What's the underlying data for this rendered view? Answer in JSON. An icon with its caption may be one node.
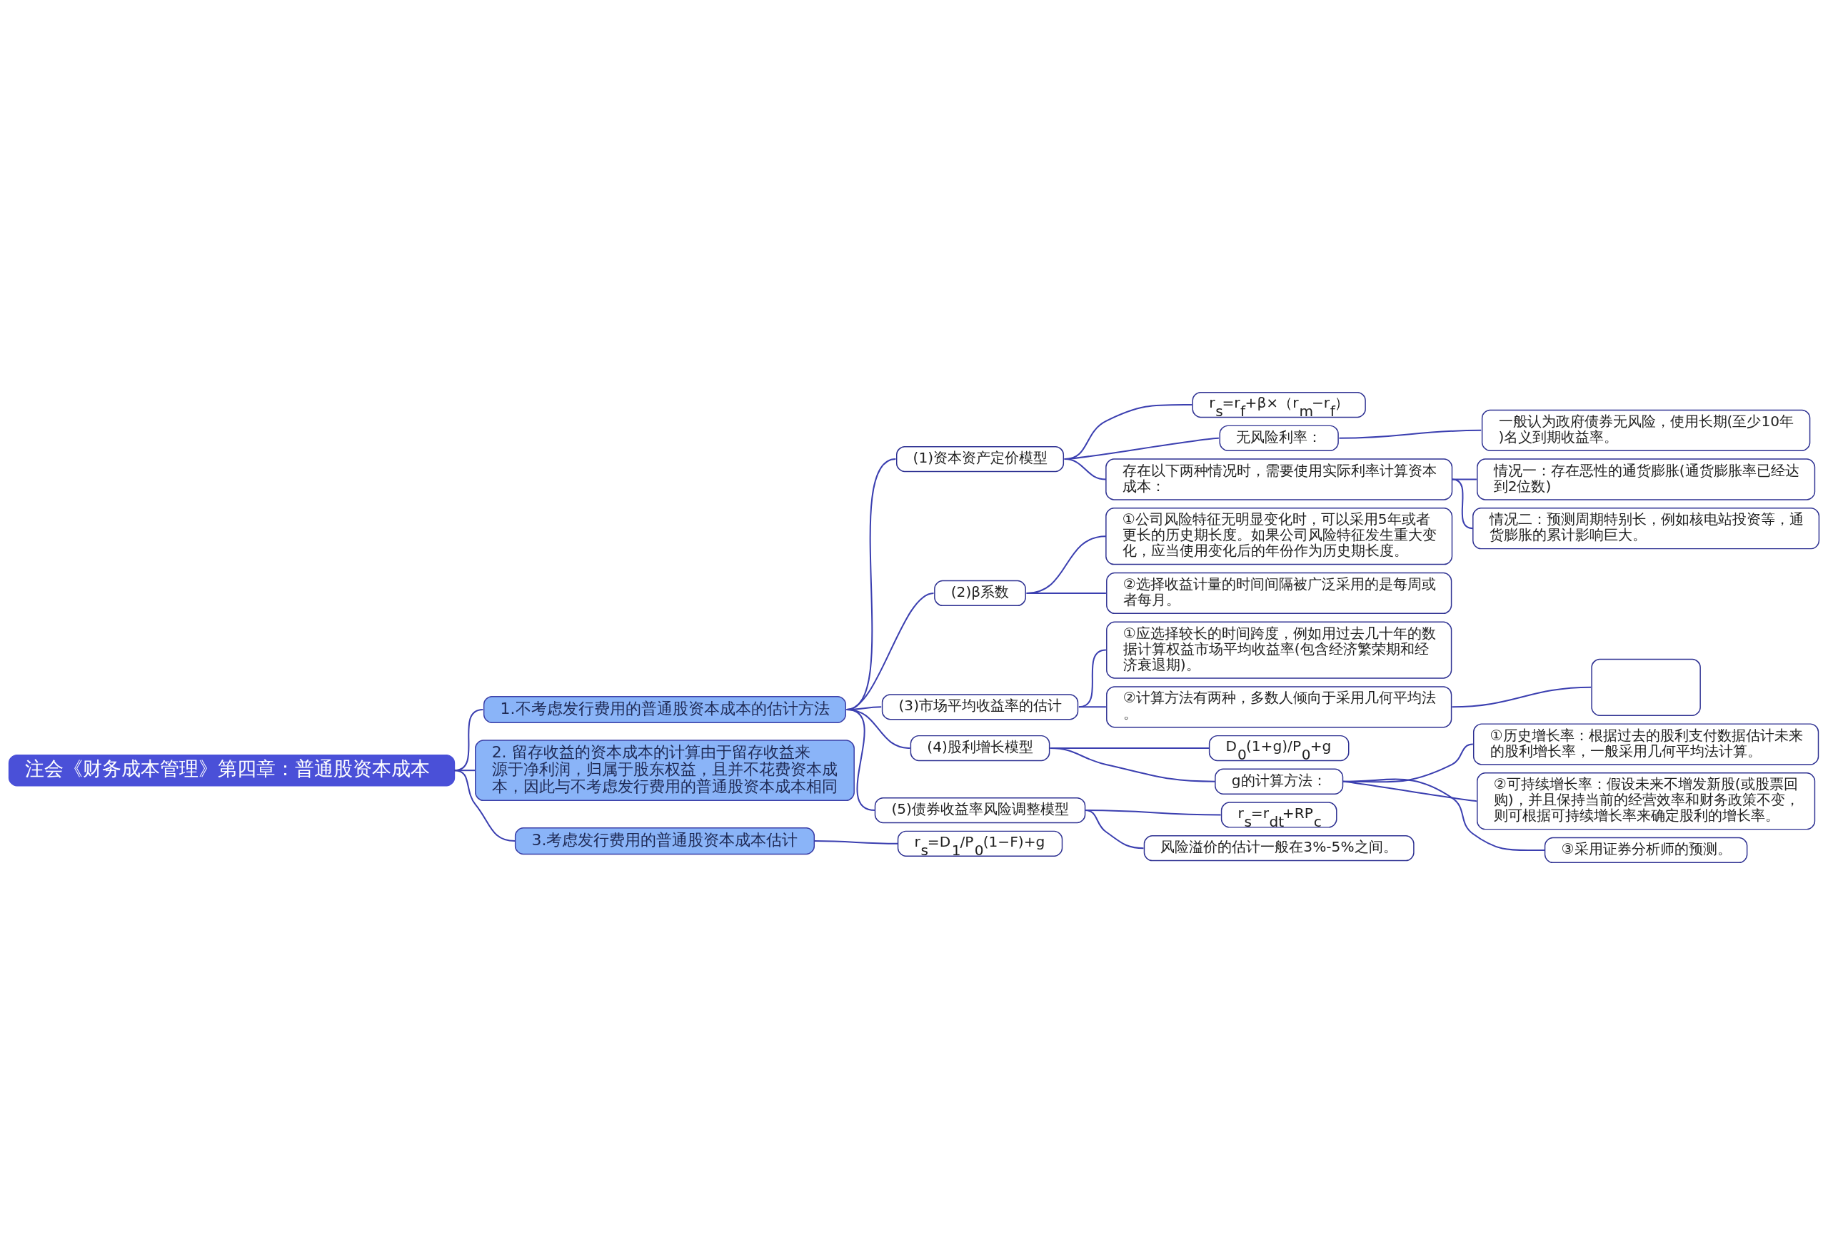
{
  "diagram": {
    "nodes": [
      {
        "text": [
          "注会《财务成本管理》第四章：普通股资本成本"
        ]
      },
      {
        "text": [
          "1.不考虑发行费用的普通股资本成本的估计方法"
        ]
      },
      {
        "text": [
          "(1)资本资产定价模型"
        ]
      },
      {
        "text": [
          "r$_{s}$=r$_{f}$+β×（r$_{m}$−r$_{f}$）"
        ]
      },
      {
        "text": [
          "无风险利率："
        ]
      },
      {
        "text": [
          "一般认为政府债券无风险，使用长期(至少10年)名义到期收益率。"
        ]
      },
      {
        "text": [
          "存在以下两种情况时，需要使用实际利率计算资本成本："
        ]
      },
      {
        "text": [
          "情况一：存在恶性的通货膨胀(通货膨胀率已经达到2位数)"
        ]
      },
      {
        "text": [
          "情况二：预测周期特别长，例如核电站投资等，通货膨胀的累计影响巨大。"
        ]
      },
      {
        "text": [
          "(2)β系数"
        ]
      },
      {
        "text": [
          "①公司风险特征无明显变化时，可以采用5年或者更长的历史期长度。如果公司风险特征发生重大变化，应当使用变化后的年份作为历史期长度。"
        ]
      },
      {
        "text": [
          "②选择收益计量的时间间隔被广泛采用的是每周或者每月。"
        ]
      },
      {
        "text": [
          "(3)市场平均收益率的估计"
        ]
      },
      {
        "text": [
          "①应选择较长的时间跨度，例如用过去几十年的数据计算权益市场平均收益率(包含经济繁荣期和经济衰退期)。"
        ]
      },
      {
        "text": [
          "②计算方法有两种，多数人倾向于采用几何平均法。"
        ]
      },
      {
        "text": [],
        "shape": "box"
      },
      {
        "text": [
          "(4)股利增长模型"
        ]
      },
      {
        "text": [
          "D$_{0}$(1+g)/P$_{0}$+g"
        ]
      },
      {
        "text": [
          "g的计算方法："
        ]
      },
      {
        "text": [
          "①历史增长率：根据过去的股利支付数据估计未来的股利增长率，一般采用几何平均法计算。"
        ]
      },
      {
        "text": [
          "②可持续增长率：假设未来不增发新股(或股票回购)，并且保持当前的经营效率和财务政策不变，则可根据可持续增长率来确定股利的增长率。"
        ]
      },
      {
        "text": [
          "③采用证券分析师的预测。"
        ]
      },
      {
        "text": [
          "(5)债券收益率风险调整模型"
        ]
      },
      {
        "text": [
          "r$_{s}$=r$_{dt}$+RP$_{c}$"
        ]
      },
      {
        "text": [
          "风险溢价的估计一般在3%-5%之间。"
        ]
      },
      {
        "text": [
          "2. 留存收益的资本成本的计算由于留存收益来源于净利润，归属于股东权益，且并不花费资本成本，因此与不考虑发行费用的普通股资本成本相同"
        ]
      },
      {
        "text": [
          "3.考虑发行费用的普通股资本成本估计"
        ]
      },
      {
        "text": [
          "r$_{s}$=D$_{1}$/P$_{0}$(1−F)+g"
        ]
      }
    ],
    "edges": [
      {
        "from": 0,
        "to": 1,
        "arrow": "none"
      },
      {
        "from": 1,
        "to": 2,
        "arrow": "none"
      },
      {
        "from": 2,
        "to": 3,
        "arrow": "none"
      },
      {
        "from": 2,
        "to": 4,
        "arrow": "none"
      },
      {
        "from": 4,
        "to": 5,
        "arrow": "none"
      },
      {
        "from": 2,
        "to": 6,
        "arrow": "none"
      },
      {
        "from": 6,
        "to": 7,
        "arrow": "none"
      },
      {
        "from": 6,
        "to": 8,
        "arrow": "none"
      },
      {
        "from": 1,
        "to": 9,
        "arrow": "none"
      },
      {
        "from": 9,
        "to": 10,
        "arrow": "none"
      },
      {
        "from": 9,
        "to": 11,
        "arrow": "none"
      },
      {
        "from": 1,
        "to": 12,
        "arrow": "none"
      },
      {
        "from": 12,
        "to": 13,
        "arrow": "none"
      },
      {
        "from": 12,
        "to": 14,
        "arrow": "none"
      },
      {
        "from": 14,
        "to": 15,
        "arrow": "none"
      },
      {
        "from": 1,
        "to": 16,
        "arrow": "none"
      },
      {
        "from": 16,
        "to": 17,
        "arrow": "none"
      },
      {
        "from": 16,
        "to": 18,
        "arrow": "none"
      },
      {
        "from": 18,
        "to": 19,
        "arrow": "none"
      },
      {
        "from": 18,
        "to": 20,
        "arrow": "none"
      },
      {
        "from": 18,
        "to": 21,
        "arrow": "none"
      },
      {
        "from": 1,
        "to": 22,
        "arrow": "none"
      },
      {
        "from": 22,
        "to": 23,
        "arrow": "none"
      },
      {
        "from": 22,
        "to": 24,
        "arrow": "none"
      },
      {
        "from": 0,
        "to": 25,
        "arrow": "none"
      },
      {
        "from": 0,
        "to": 26,
        "arrow": "none"
      },
      {
        "from": 26,
        "to": 27,
        "arrow": "none"
      }
    ]
  }
}
